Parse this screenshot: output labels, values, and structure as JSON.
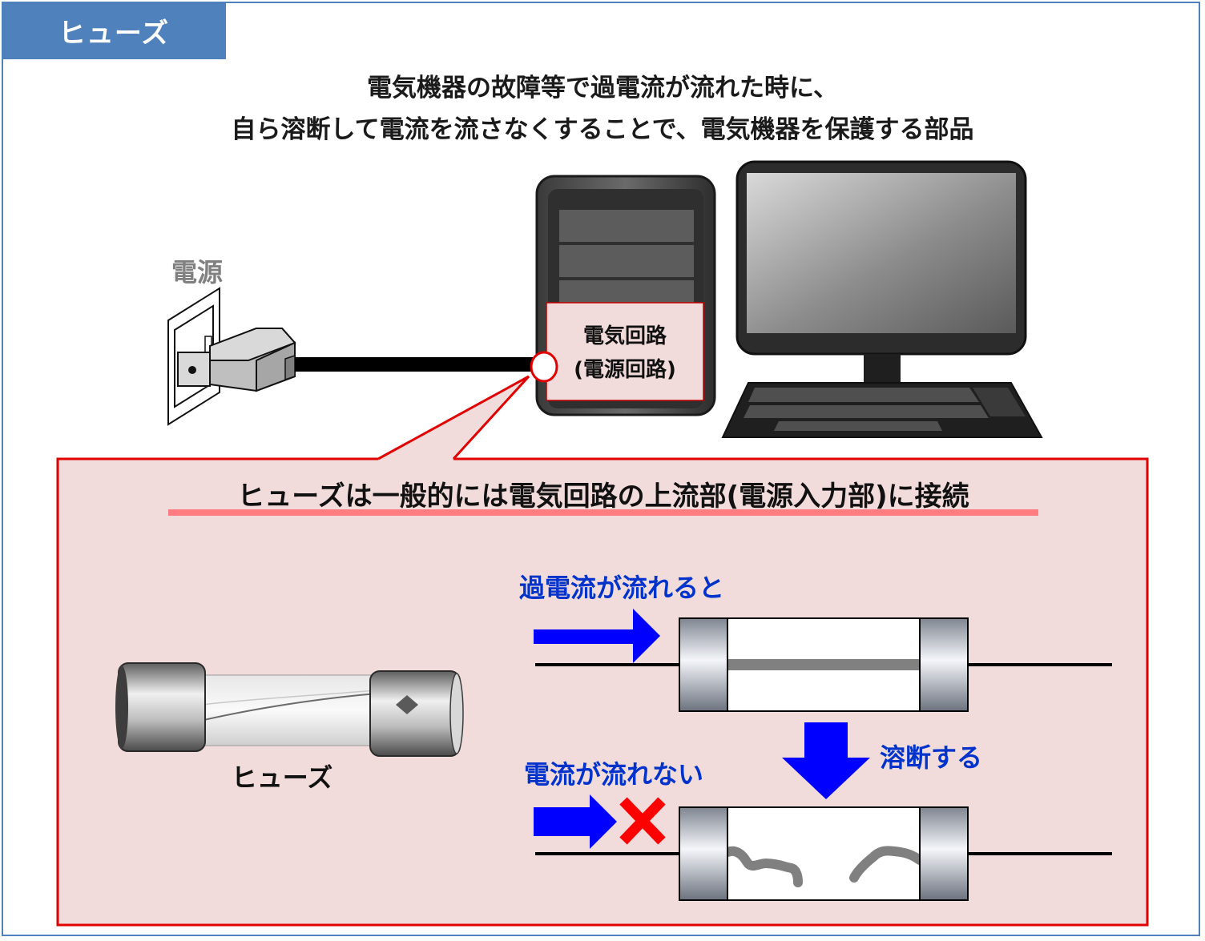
{
  "header": {
    "tab_label": "ヒューズ",
    "headline_line1": "電気機器の故障等で過電流が流れた時に、",
    "headline_line2": "自ら溶断して電流を流さなくすることで、電気機器を保護する部品"
  },
  "overview": {
    "power_source_label": "電源",
    "circuit_label_line1": "電気回路",
    "circuit_label_line2": "(電源回路)"
  },
  "detail": {
    "heading": "ヒューズは一般的には電気回路の上流部(電源入力部)に接続",
    "fuse_photo_caption": "ヒューズ",
    "overcurrent_label": "過電流が流れると",
    "melt_label": "溶断する",
    "no_current_label": "電流が流れない"
  },
  "colors": {
    "header_blue": "#4f81bd",
    "callout_red": "#e00000",
    "callout_fill": "#f2dcdb",
    "underline_pink": "#ff7c80",
    "arrow_blue": "#0000ff",
    "label_blue": "#0033cc",
    "cross_red": "#ff0000"
  },
  "icons": [
    "power-outlet-icon",
    "plug-icon",
    "pc-tower-icon",
    "monitor-icon",
    "keyboard-icon",
    "fuse-photo-icon",
    "cross-icon"
  ]
}
